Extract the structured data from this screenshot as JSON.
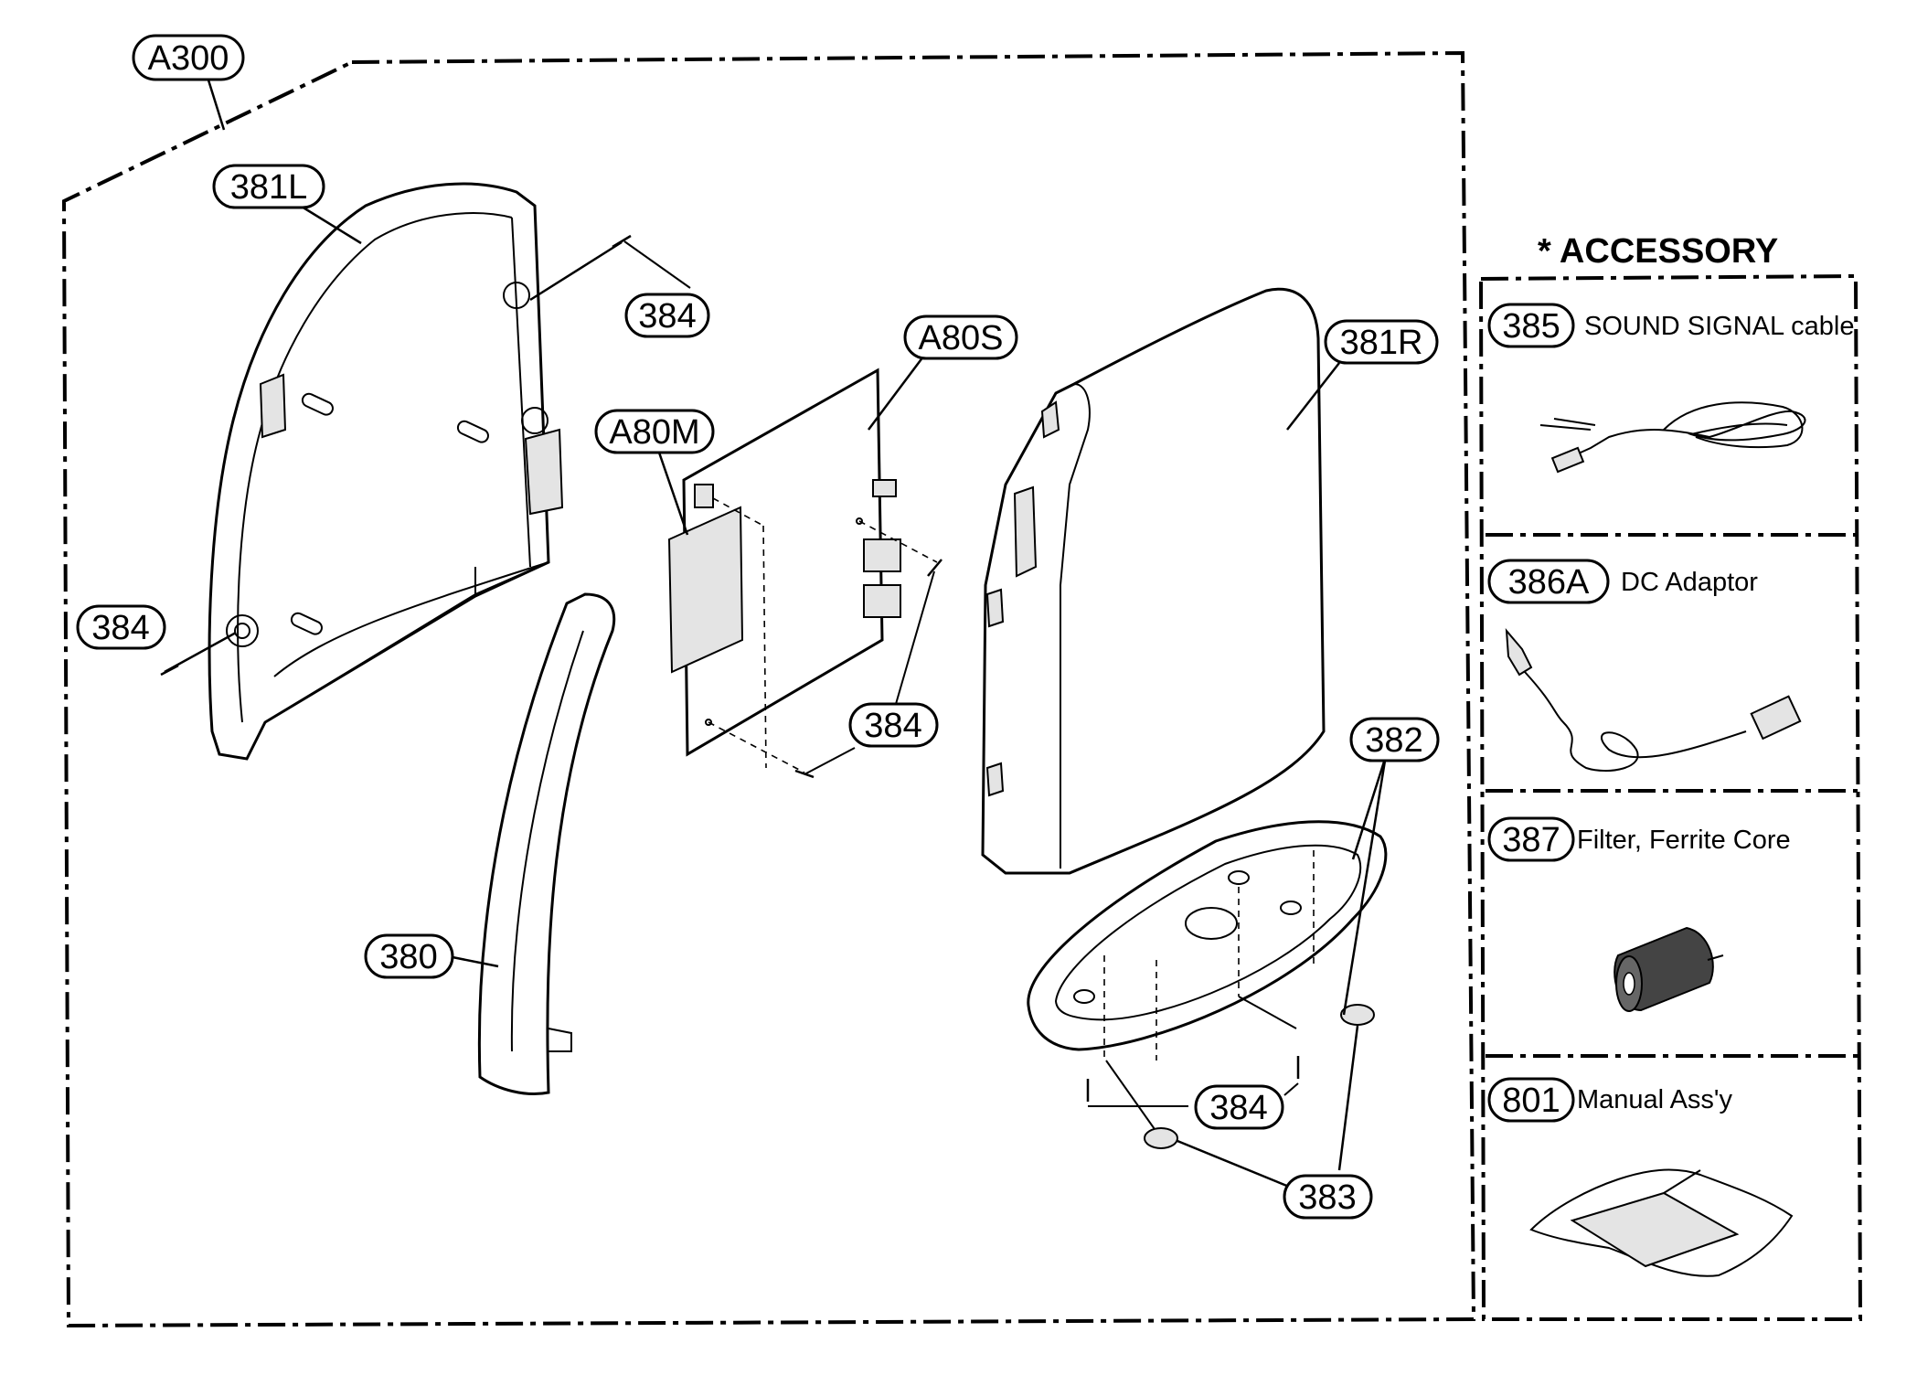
{
  "labels": {
    "a300": "A300",
    "l381L": "381L",
    "l384_top": "384",
    "l384_left": "384",
    "a80s": "A80S",
    "a80m": "A80M",
    "l384_pcb": "384",
    "l381R": "381R",
    "l382": "382",
    "l380": "380",
    "l384_base": "384",
    "l383": "383"
  },
  "accessory": {
    "heading": "* ACCESSORY",
    "items": [
      {
        "number": "385",
        "name": "SOUND SIGNAL cable",
        "icon": "cable-icon"
      },
      {
        "number": "386A",
        "name": "DC Adaptor",
        "icon": "adaptor-icon"
      },
      {
        "number": "387",
        "name": "Filter, Ferrite Core",
        "icon": "ferrite-core-icon"
      },
      {
        "number": "801",
        "name": "Manual Ass'y",
        "icon": "manual-bag-icon"
      }
    ]
  }
}
